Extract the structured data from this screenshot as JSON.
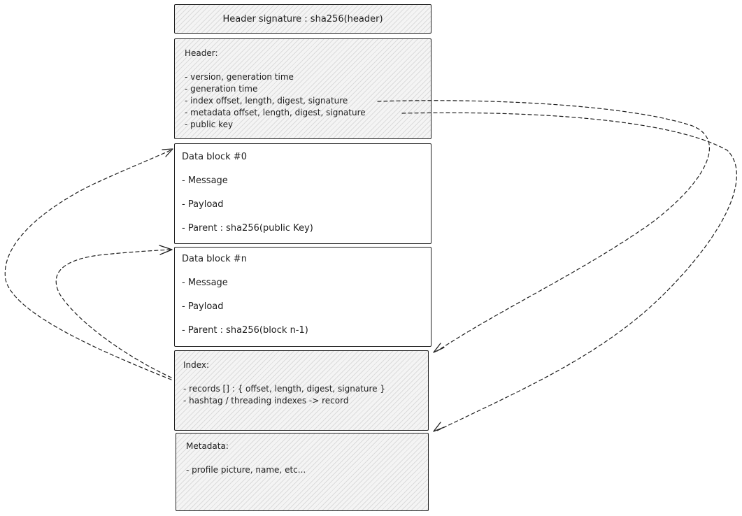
{
  "header_signature": "Header signature : sha256(header)",
  "header": {
    "title": "Header:",
    "items": [
      "- version, generation time",
      "- generation time",
      "- index offset, length, digest, signature",
      "- metadata offset, length, digest, signature",
      "- public key"
    ]
  },
  "data_block_0": {
    "title": "Data block #0",
    "items": [
      "- Message",
      "- Payload",
      "- Parent : sha256(public Key)"
    ]
  },
  "data_block_n": {
    "title": "Data block #n",
    "items": [
      "- Message",
      "- Payload",
      "- Parent : sha256(block n-1)"
    ]
  },
  "index": {
    "title": "Index:",
    "items": [
      "- records [] : { offset, length, digest, signature }",
      "- hashtag / threading indexes -> record"
    ]
  },
  "metadata": {
    "title": "Metadata:",
    "items": [
      "- profile picture, name, etc..."
    ]
  },
  "colors": {
    "stroke": "#1e1e1e",
    "fill_hatched": "#f4f4f4",
    "fill_plain": "#ffffff"
  }
}
